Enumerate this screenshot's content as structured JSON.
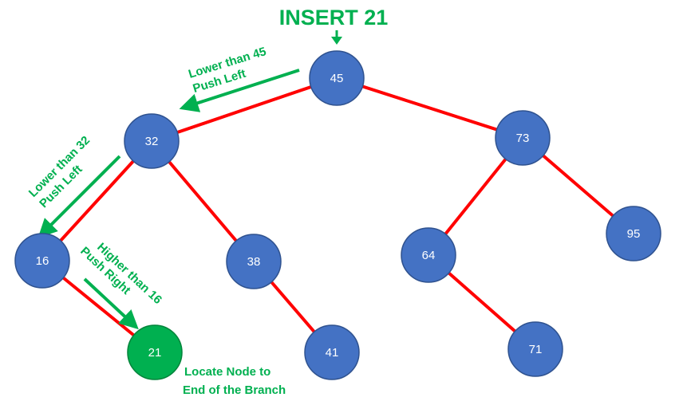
{
  "title": "INSERT 21",
  "colors": {
    "node_fill": "#4472c4",
    "node_stroke": "#2f528f",
    "new_node_fill": "#00b050",
    "edge": "#ff0000",
    "annotation": "#00b050"
  },
  "nodes": [
    {
      "id": "n45",
      "label": "45"
    },
    {
      "id": "n32",
      "label": "32"
    },
    {
      "id": "n73",
      "label": "73"
    },
    {
      "id": "n16",
      "label": "16"
    },
    {
      "id": "n38",
      "label": "38"
    },
    {
      "id": "n64",
      "label": "64"
    },
    {
      "id": "n95",
      "label": "95"
    },
    {
      "id": "n21",
      "label": "21",
      "inserted": true
    },
    {
      "id": "n41",
      "label": "41"
    },
    {
      "id": "n71",
      "label": "71"
    }
  ],
  "edges": [
    [
      "n45",
      "n32"
    ],
    [
      "n45",
      "n73"
    ],
    [
      "n32",
      "n16"
    ],
    [
      "n32",
      "n38"
    ],
    [
      "n73",
      "n64"
    ],
    [
      "n73",
      "n95"
    ],
    [
      "n16",
      "n21"
    ],
    [
      "n38",
      "n41"
    ],
    [
      "n64",
      "n71"
    ]
  ],
  "annotations": {
    "step1": [
      "Lower than 45",
      "Push Left"
    ],
    "step2": [
      "Lower than 32",
      "Push Left"
    ],
    "step3": [
      "Higher than 16",
      "Push Right"
    ],
    "final": [
      "Locate Node to",
      "End of the Branch"
    ]
  }
}
